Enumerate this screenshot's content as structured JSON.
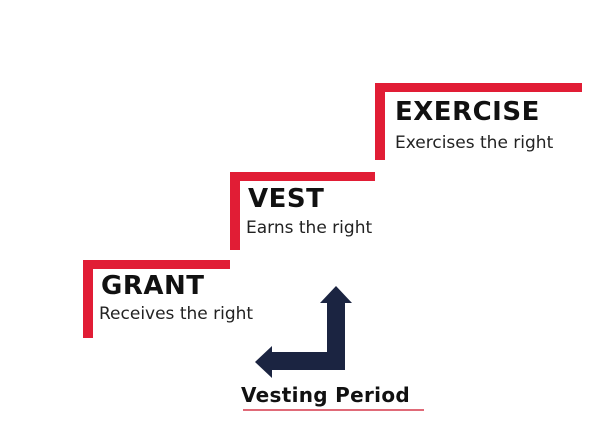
{
  "steps": [
    {
      "title": "GRANT",
      "subtitle": "Receives the right"
    },
    {
      "title": "VEST",
      "subtitle": "Earns the right"
    },
    {
      "title": "EXERCISE",
      "subtitle": "Exercises the right"
    }
  ],
  "vesting_label": "Vesting Period",
  "colors": {
    "accent": "#e11d35",
    "arrow": "#1b2441",
    "underline": "#e06a78"
  }
}
